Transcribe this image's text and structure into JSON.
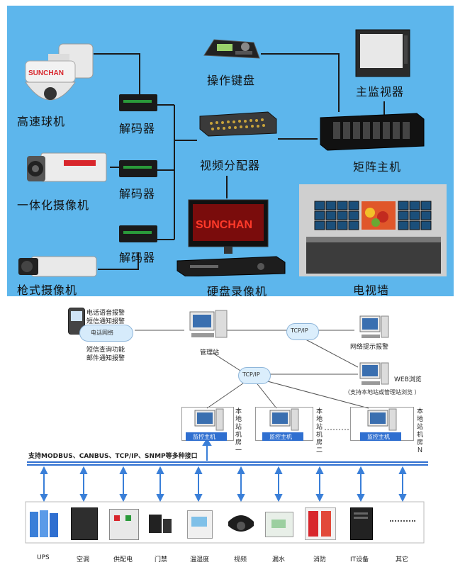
{
  "top": {
    "devices": {
      "speed_dome": "高速球机",
      "integrated_camera": "一体化摄像机",
      "bullet_camera": "枪式摄像机",
      "decoder_1": "解码器",
      "decoder_2": "解码器",
      "decoder_3": "解码器",
      "keyboard": "操作键盘",
      "video_distributor": "视频分配器",
      "dvr": "硬盘录像机",
      "main_monitor": "主监视器",
      "matrix_host": "矩阵主机",
      "tv_wall": "电视墙"
    },
    "brand_camera": "SUNCHAN",
    "brand_monitor": "SUNCHAN",
    "colors": {
      "background": "#5db6ec",
      "brand_red": "#d8262c"
    }
  },
  "bottom": {
    "alarm_phone": "电话语音报警",
    "alarm_sms": "短信通知报警",
    "phone_network": "电话网络",
    "sms_query": "短信查询功能",
    "email_alarm": "邮件通知报警",
    "management_station": "管理站",
    "tcpip_1": "TCP/IP",
    "tcpip_2": "TCP/IP",
    "network_alarm": "网络提示报警",
    "web_browse": "WEB浏览",
    "web_note": "（支持本地站或管理站浏览 ）",
    "monitor_host_1": "监控主机",
    "monitor_host_2": "监控主机",
    "monitor_host_3": "监控主机",
    "local_room_1": "本地站机房一",
    "local_room_2": "本地站机房二",
    "local_room_3": "本地站机房Ｎ",
    "protocols": "支持MODBUS、CANBUS、TCP/IP、SNMP等多种接口",
    "subsystems": [
      "UPS",
      "空调",
      "供配电",
      "门禁",
      "温湿度",
      "视频",
      "漏水",
      "消防",
      "IT设备",
      "其它"
    ],
    "colors": {
      "bus": "#2f6fd0",
      "arrow": "#3a7fd8"
    }
  }
}
